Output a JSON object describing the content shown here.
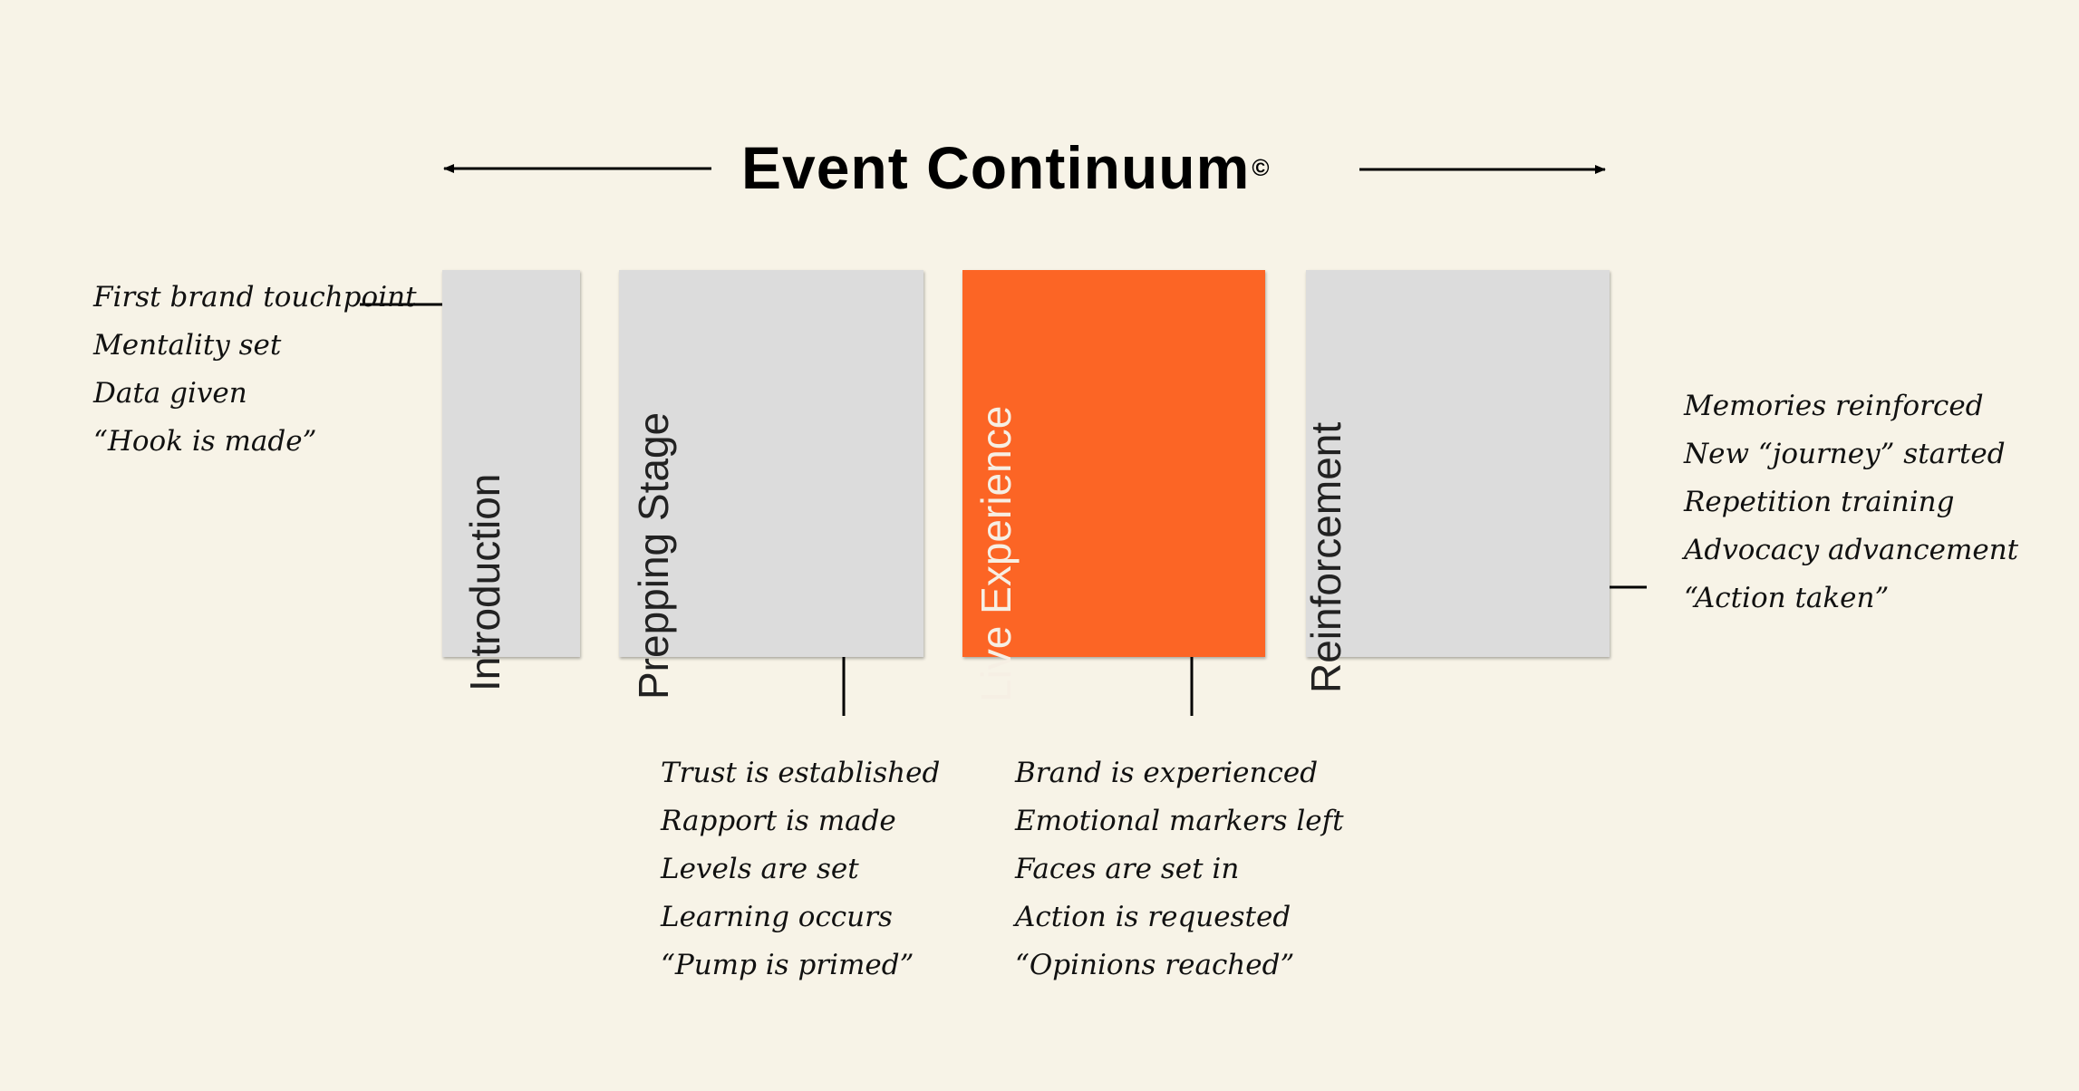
{
  "title": {
    "text": "Event Continuum",
    "mark": "©"
  },
  "stages": [
    {
      "label": "Introduction",
      "highlighted": false
    },
    {
      "label": "Prepping Stage",
      "highlighted": false
    },
    {
      "label": "Live Experience",
      "highlighted": true
    },
    {
      "label": "Reinforcement",
      "highlighted": false
    }
  ],
  "notes": {
    "introduction": [
      "First brand touchpoint",
      "Mentality set",
      "Data given",
      "“Hook is made”"
    ],
    "prepping": [
      "Trust is established",
      "Rapport is made",
      "Levels are set",
      "Learning occurs",
      "“Pump is primed”"
    ],
    "live": [
      "Brand is experienced",
      "Emotional markers left",
      "Faces are set in",
      "Action is requested",
      "“Opinions reached”"
    ],
    "reinforcement": [
      "Memories reinforced",
      "New “journey” started",
      "Repetition training",
      "Advocacy advancement",
      "“Action taken”"
    ]
  },
  "colors": {
    "background": "#f7f3e7",
    "box": "#dcdcdc",
    "accent": "#fc6525",
    "ink": "#000000"
  }
}
